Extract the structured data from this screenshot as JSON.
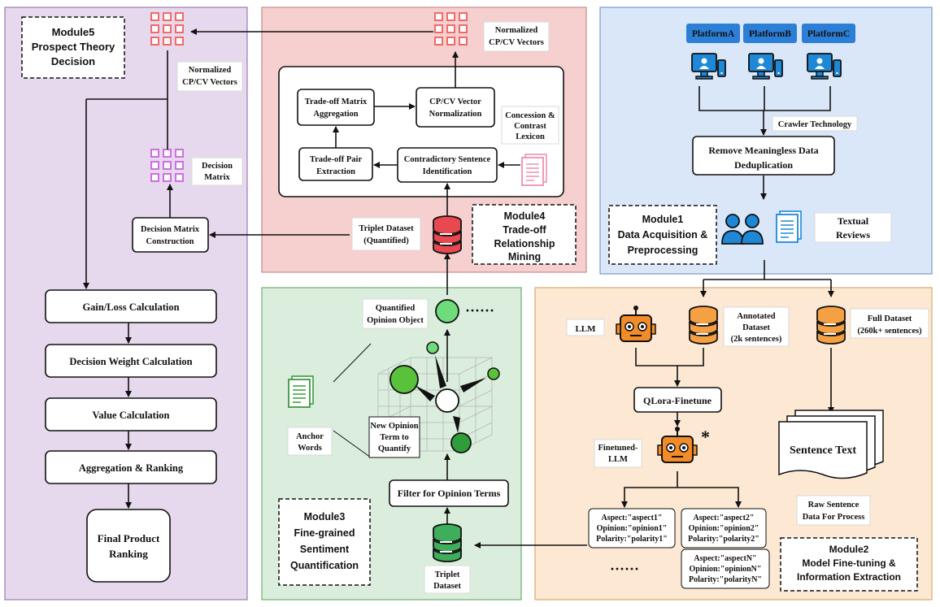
{
  "colors": {
    "module5_bg": "#e6d9ee",
    "module4_bg": "#f6cfcf",
    "module1_bg": "#dae7f8",
    "module3_bg": "#dbeedd",
    "module2_bg": "#fde8d3",
    "grid_red": "#f06a6a",
    "grid_purple": "#cf6ee0",
    "db_red": "#e8484f",
    "db_green": "#3fae5c",
    "db_orange": "#f4a043",
    "robot_orange": "#f28c28",
    "monitor_blue": "#1e88d6",
    "platform_blue": "#2c7fd6"
  },
  "module5": {
    "title": [
      "Module5",
      "Prospect Theory",
      "Decision"
    ],
    "vectors_label": [
      "Normalized",
      "CP/CV Vectors"
    ],
    "matrix_label": [
      "Decision",
      "Matrix"
    ],
    "construction": [
      "Decision Matrix",
      "Construction"
    ],
    "steps": [
      "Gain/Loss Calculation",
      "Decision Weight Calculation",
      "Value Calculation",
      "Aggregation & Ranking"
    ],
    "final": [
      "Final Product",
      "Ranking"
    ]
  },
  "module4": {
    "title": [
      "Module4",
      "Trade-off",
      "Relationship",
      "Mining"
    ],
    "vectors_label": [
      "Normalized",
      "CP/CV Vectors"
    ],
    "aggregation": [
      "Trade-off Matrix",
      "Aggregation"
    ],
    "normalization": [
      "CP/CV Vector",
      "Normalization"
    ],
    "lexicon": [
      "Concession &",
      "Contrast",
      "Lexicon"
    ],
    "pair_extraction": [
      "Trade-off Pair",
      "Extraction"
    ],
    "contradictory": [
      "Contradictory Sentence",
      "Identification"
    ],
    "triplet_label": [
      "Triplet Dataset",
      "(Quantified)"
    ]
  },
  "module1": {
    "title": [
      "Module1",
      "Data Acquisition &",
      "Preprocessing"
    ],
    "platforms": [
      "PlatformA",
      "PlatformB",
      "PlatformC"
    ],
    "crawler": "Crawler Technology",
    "remove": [
      "Remove Meaningless Data",
      "Deduplication"
    ],
    "textual": [
      "Textual",
      "Reviews"
    ]
  },
  "module3": {
    "title": [
      "Module3",
      "Fine-grained",
      "Sentiment",
      "Quantification"
    ],
    "quantified_object": [
      "Quantified",
      "Opinion Object"
    ],
    "dots": "······",
    "anchor": [
      "Anchor",
      "Words"
    ],
    "new_term": [
      "New Opinion",
      "Term to",
      "Quantify"
    ],
    "filter": "Filter for Opinion Terms",
    "triplet": [
      "Triplet",
      "Dataset"
    ]
  },
  "module2": {
    "title": [
      "Module2",
      "Model Fine-tuning &",
      "Information Extraction"
    ],
    "llm": "LLM",
    "annotated": [
      "Annotated",
      "Dataset",
      "(2k sentences)"
    ],
    "full": [
      "Full Dataset",
      "(260k+ sentences)"
    ],
    "qlora": "QLora-Finetune",
    "finetuned": [
      "Finetuned-",
      "LLM"
    ],
    "star": "*",
    "sentence_text": "Sentence Text",
    "raw": [
      "Raw Sentence",
      "Data For Process"
    ],
    "triplet1": [
      "Aspect:\"aspect1\"",
      "Opinion:\"opinion1\"",
      "Polarity:\"polarity1\""
    ],
    "triplet2": [
      "Aspect:\"aspect2\"",
      "Opinion:\"opinion2\"",
      "Polarity:\"polarity2\""
    ],
    "tripletN": [
      "Aspect:\"aspectN\"",
      "Opinion:\"opinionN\"",
      "Polarity:\"polarityN\""
    ],
    "dots": "······"
  }
}
